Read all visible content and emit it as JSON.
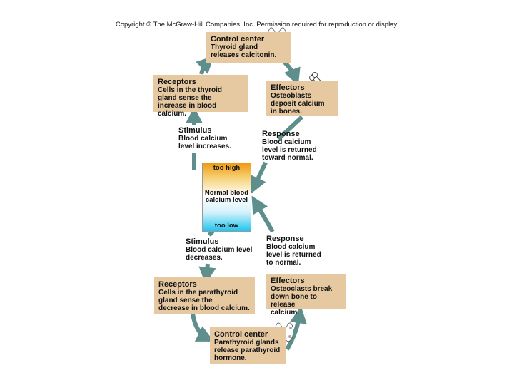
{
  "copyright": "Copyright © The McGraw-Hill Companies, Inc. Permission required for reproduction or display.",
  "colors": {
    "box_fill": "#e6c9a1",
    "arrow": "#5e8f8c",
    "gauge_high": "#f09a12",
    "gauge_low": "#22c4ee"
  },
  "icons": [
    "thyroid-gland-icon",
    "bone-icon",
    "parathyroid-glands-icon"
  ],
  "top_loop": {
    "control_center": {
      "title": "Control center",
      "body": "Thyroid gland\nreleases calcitonin."
    },
    "effectors": {
      "title": "Effectors",
      "body": "Osteoblasts\ndeposit calcium\nin bones."
    },
    "receptors": {
      "title": "Receptors",
      "body": "Cells in the thyroid\ngland sense the\nincrease in blood calcium."
    },
    "stimulus": {
      "title": "Stimulus",
      "body": "Blood calcium\nlevel increases."
    },
    "response": {
      "title": "Response",
      "body": "Blood calcium\nlevel is returned\ntoward normal."
    }
  },
  "gauge": {
    "high": "too high",
    "normal": "Normal blood\ncalcium level",
    "low": "too low"
  },
  "bottom_loop": {
    "stimulus": {
      "title": "Stimulus",
      "body": "Blood calcium level\ndecreases."
    },
    "response": {
      "title": "Response",
      "body": "Blood calcium\nlevel is returned\nto normal."
    },
    "receptors": {
      "title": "Receptors",
      "body": "Cells in the parathyroid\ngland sense the\ndecrease in blood calcium."
    },
    "effectors": {
      "title": "Effectors",
      "body": "Osteoclasts break\ndown bone to release\ncalcium."
    },
    "control_center": {
      "title": "Control center",
      "body": "Parathyroid glands\nrelease parathyroid\nhormone."
    }
  }
}
